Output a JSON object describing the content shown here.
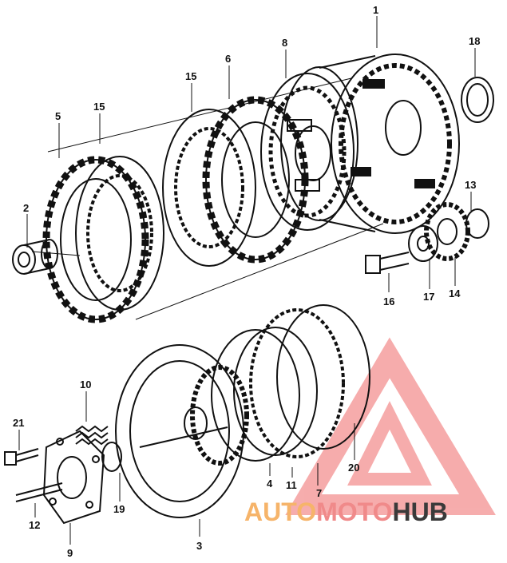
{
  "diagram": {
    "callouts": [
      "1",
      "2",
      "3",
      "4",
      "5",
      "6",
      "7",
      "8",
      "9",
      "10",
      "11",
      "12",
      "13",
      "14",
      "15",
      "15",
      "16",
      "17",
      "18",
      "19",
      "20",
      "21"
    ],
    "watermark": {
      "part1": "AUTO",
      "part2": "MOTO",
      "part3": "HUB",
      "colors": {
        "auto": "#f6b46a",
        "moto": "#f08a8a",
        "hub": "#3a3a3a",
        "triangle": "#ef6a6a"
      }
    },
    "line_color": "#111111"
  }
}
